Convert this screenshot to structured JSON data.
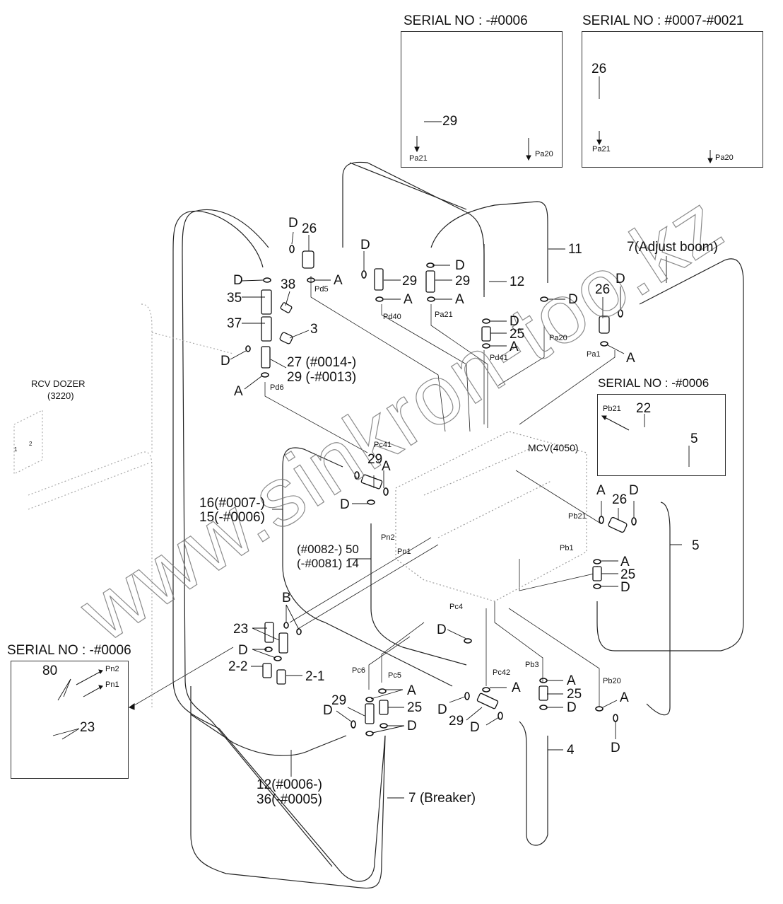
{
  "diagram": {
    "watermark": "www.sinkron-too.kz",
    "mcv_label": "MCV(4050)",
    "rcv_label": [
      "RCV DOZER",
      "(3220)"
    ],
    "rcv_ports": [
      "1",
      "2"
    ],
    "insets": [
      {
        "title": "SERIAL NO : -#0006",
        "items": [
          "29"
        ],
        "ports": [
          "Pa21",
          "Pa20"
        ]
      },
      {
        "title": "SERIAL NO : #0007-#0021",
        "items": [
          "26"
        ],
        "ports": [
          "Pa21",
          "Pa20"
        ]
      },
      {
        "title": "SERIAL NO : -#0006",
        "items": [
          "22",
          "5"
        ],
        "ports": [
          "Pb21"
        ]
      },
      {
        "title": "SERIAL NO : -#0006",
        "items": [
          "80",
          "23"
        ],
        "ports": [
          "Pn2",
          "Pn1"
        ]
      }
    ],
    "part_labels": {
      "p26a": "26",
      "p38": "38",
      "p35": "35",
      "p37": "37",
      "p3": "3",
      "p27": "27 (#0014-)",
      "p29b": "29 (-#0013)",
      "p29c": "29",
      "p29d": "29",
      "p12": "12",
      "p11": "11",
      "p25a": "25",
      "p7adj": "7(Adjust boom)",
      "p26b": "26",
      "p29e": "29",
      "p16": "16(#0007-)",
      "p15": "15(-#0006)",
      "p50": "(#0082-) 50",
      "p14": "(-#0081) 14",
      "p26c": "26",
      "p5a": "5",
      "p25b": "25",
      "p23": "23",
      "p22m": "2-2",
      "p21m": "2-1",
      "p29f": "29",
      "p25c": "25",
      "p29g": "29",
      "p25d": "25",
      "p4": "4",
      "p12b": "12(#0006-)",
      "p36": "36(-#0005)",
      "p7brk": "7 (Breaker)"
    },
    "port_labels": {
      "Pd5": "Pd5",
      "Pd6": "Pd6",
      "Pd40": "Pd40",
      "Pa21": "Pa21",
      "Pd41": "Pd41",
      "Pa20": "Pa20",
      "Pa1": "Pa1",
      "Pc41": "Pc41",
      "Pn2": "Pn2",
      "Pn1": "Pn1",
      "Pb21": "Pb21",
      "Pb1": "Pb1",
      "Pc4": "Pc4",
      "Pc6": "Pc6",
      "Pc5": "Pc5",
      "Pc42": "Pc42",
      "Pb3": "Pb3",
      "Pb20": "Pb20"
    },
    "seal_letters": {
      "A": "A",
      "B": "B",
      "D": "D"
    }
  }
}
